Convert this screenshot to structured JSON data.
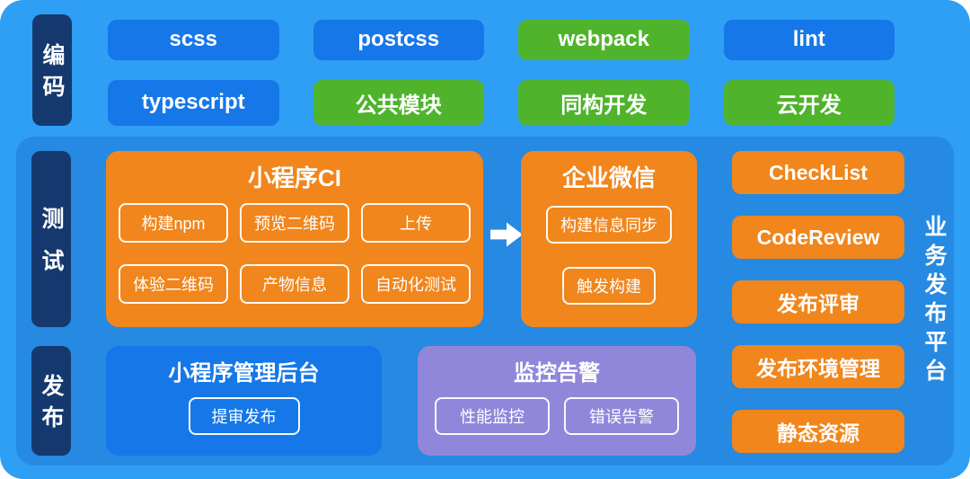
{
  "palette": {
    "background_blue": "#2F9EF5",
    "inner_panel_blue": "#2689E2",
    "section_label_navy": "#15396E",
    "button_blue": "#1678E8",
    "button_green": "#4FB32C",
    "orange": "#F0861C",
    "purple": "#9187DA",
    "text_white": "#FFFFFF"
  },
  "icons": {
    "flow_arrow": "right-arrow"
  },
  "coding": {
    "section_label": "编码",
    "buttons": [
      {
        "label": "scss",
        "color": "blue"
      },
      {
        "label": "postcss",
        "color": "blue"
      },
      {
        "label": "webpack",
        "color": "green"
      },
      {
        "label": "lint",
        "color": "blue"
      },
      {
        "label": "typescript",
        "color": "blue"
      },
      {
        "label": "公共模块",
        "color": "green"
      },
      {
        "label": "同构开发",
        "color": "green"
      },
      {
        "label": "云开发",
        "color": "green"
      }
    ]
  },
  "testing": {
    "section_label": "测试",
    "ci": {
      "title": "小程序CI",
      "items": [
        "构建npm",
        "预览二维码",
        "上传",
        "体验二维码",
        "产物信息",
        "自动化测试"
      ]
    },
    "wecom": {
      "title": "企业微信",
      "items": [
        "构建信息同步",
        "触发构建"
      ]
    }
  },
  "release": {
    "section_label": "发布",
    "admin": {
      "title": "小程序管理后台",
      "items": [
        "提审发布"
      ]
    },
    "monitor": {
      "title": "监控告警",
      "items": [
        "性能监控",
        "错误告警"
      ]
    }
  },
  "platform": {
    "vertical_label": "业务发布平台",
    "buttons": [
      "CheckList",
      "CodeReview",
      "发布评审",
      "发布环境管理",
      "静态资源"
    ]
  }
}
